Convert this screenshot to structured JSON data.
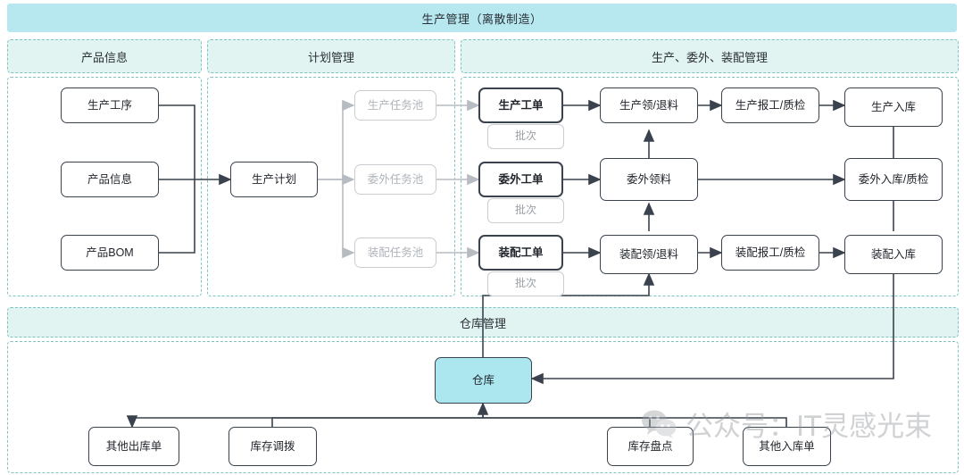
{
  "header": {
    "title": "生产管理（离散制造）"
  },
  "sections": [
    {
      "id": "product-info",
      "label": "产品信息"
    },
    {
      "id": "plan-mgmt",
      "label": "计划管理"
    },
    {
      "id": "prod-outsource-assembly",
      "label": "生产、委外、装配管理"
    },
    {
      "id": "warehouse-mgmt",
      "label": "仓库管理"
    }
  ],
  "nodes": {
    "production_process": "生产工序",
    "product_info": "产品信息",
    "product_bom": "产品BOM",
    "production_plan": "生产计划",
    "pool_production": "生产任务池",
    "pool_outsource": "委外任务池",
    "pool_assembly": "装配任务池",
    "wo_production": "生产工单",
    "wo_outsource": "委外工单",
    "wo_assembly": "装配工单",
    "batch_production": "批次",
    "batch_outsource": "批次",
    "batch_assembly": "批次",
    "issue_production": "生产领/退料",
    "issue_outsource": "委外领料",
    "issue_assembly": "装配领/退料",
    "report_production": "生产报工/质检",
    "report_assembly": "装配报工/质检",
    "in_production": "生产入库",
    "in_outsource": "委外入库/质检",
    "in_assembly": "装配入库",
    "warehouse": "仓库",
    "other_outbound": "其他出库单",
    "stock_transfer": "库存调拨",
    "stock_count": "库存盘点",
    "other_inbound": "其他入库单"
  },
  "colors": {
    "title_band": "#b7e8ef",
    "section_band": "#e2f4f2",
    "section_border": "#7fc3c4",
    "node_border": "#3a424d",
    "ghost_border": "#c9cdd2",
    "warehouse_fill": "#ace7f0",
    "edge": "#3a424d",
    "edge_ghost": "#b7bcc2"
  },
  "watermark": {
    "text": "公众号：IT灵感光束",
    "icon": "wechat-logo-icon"
  }
}
